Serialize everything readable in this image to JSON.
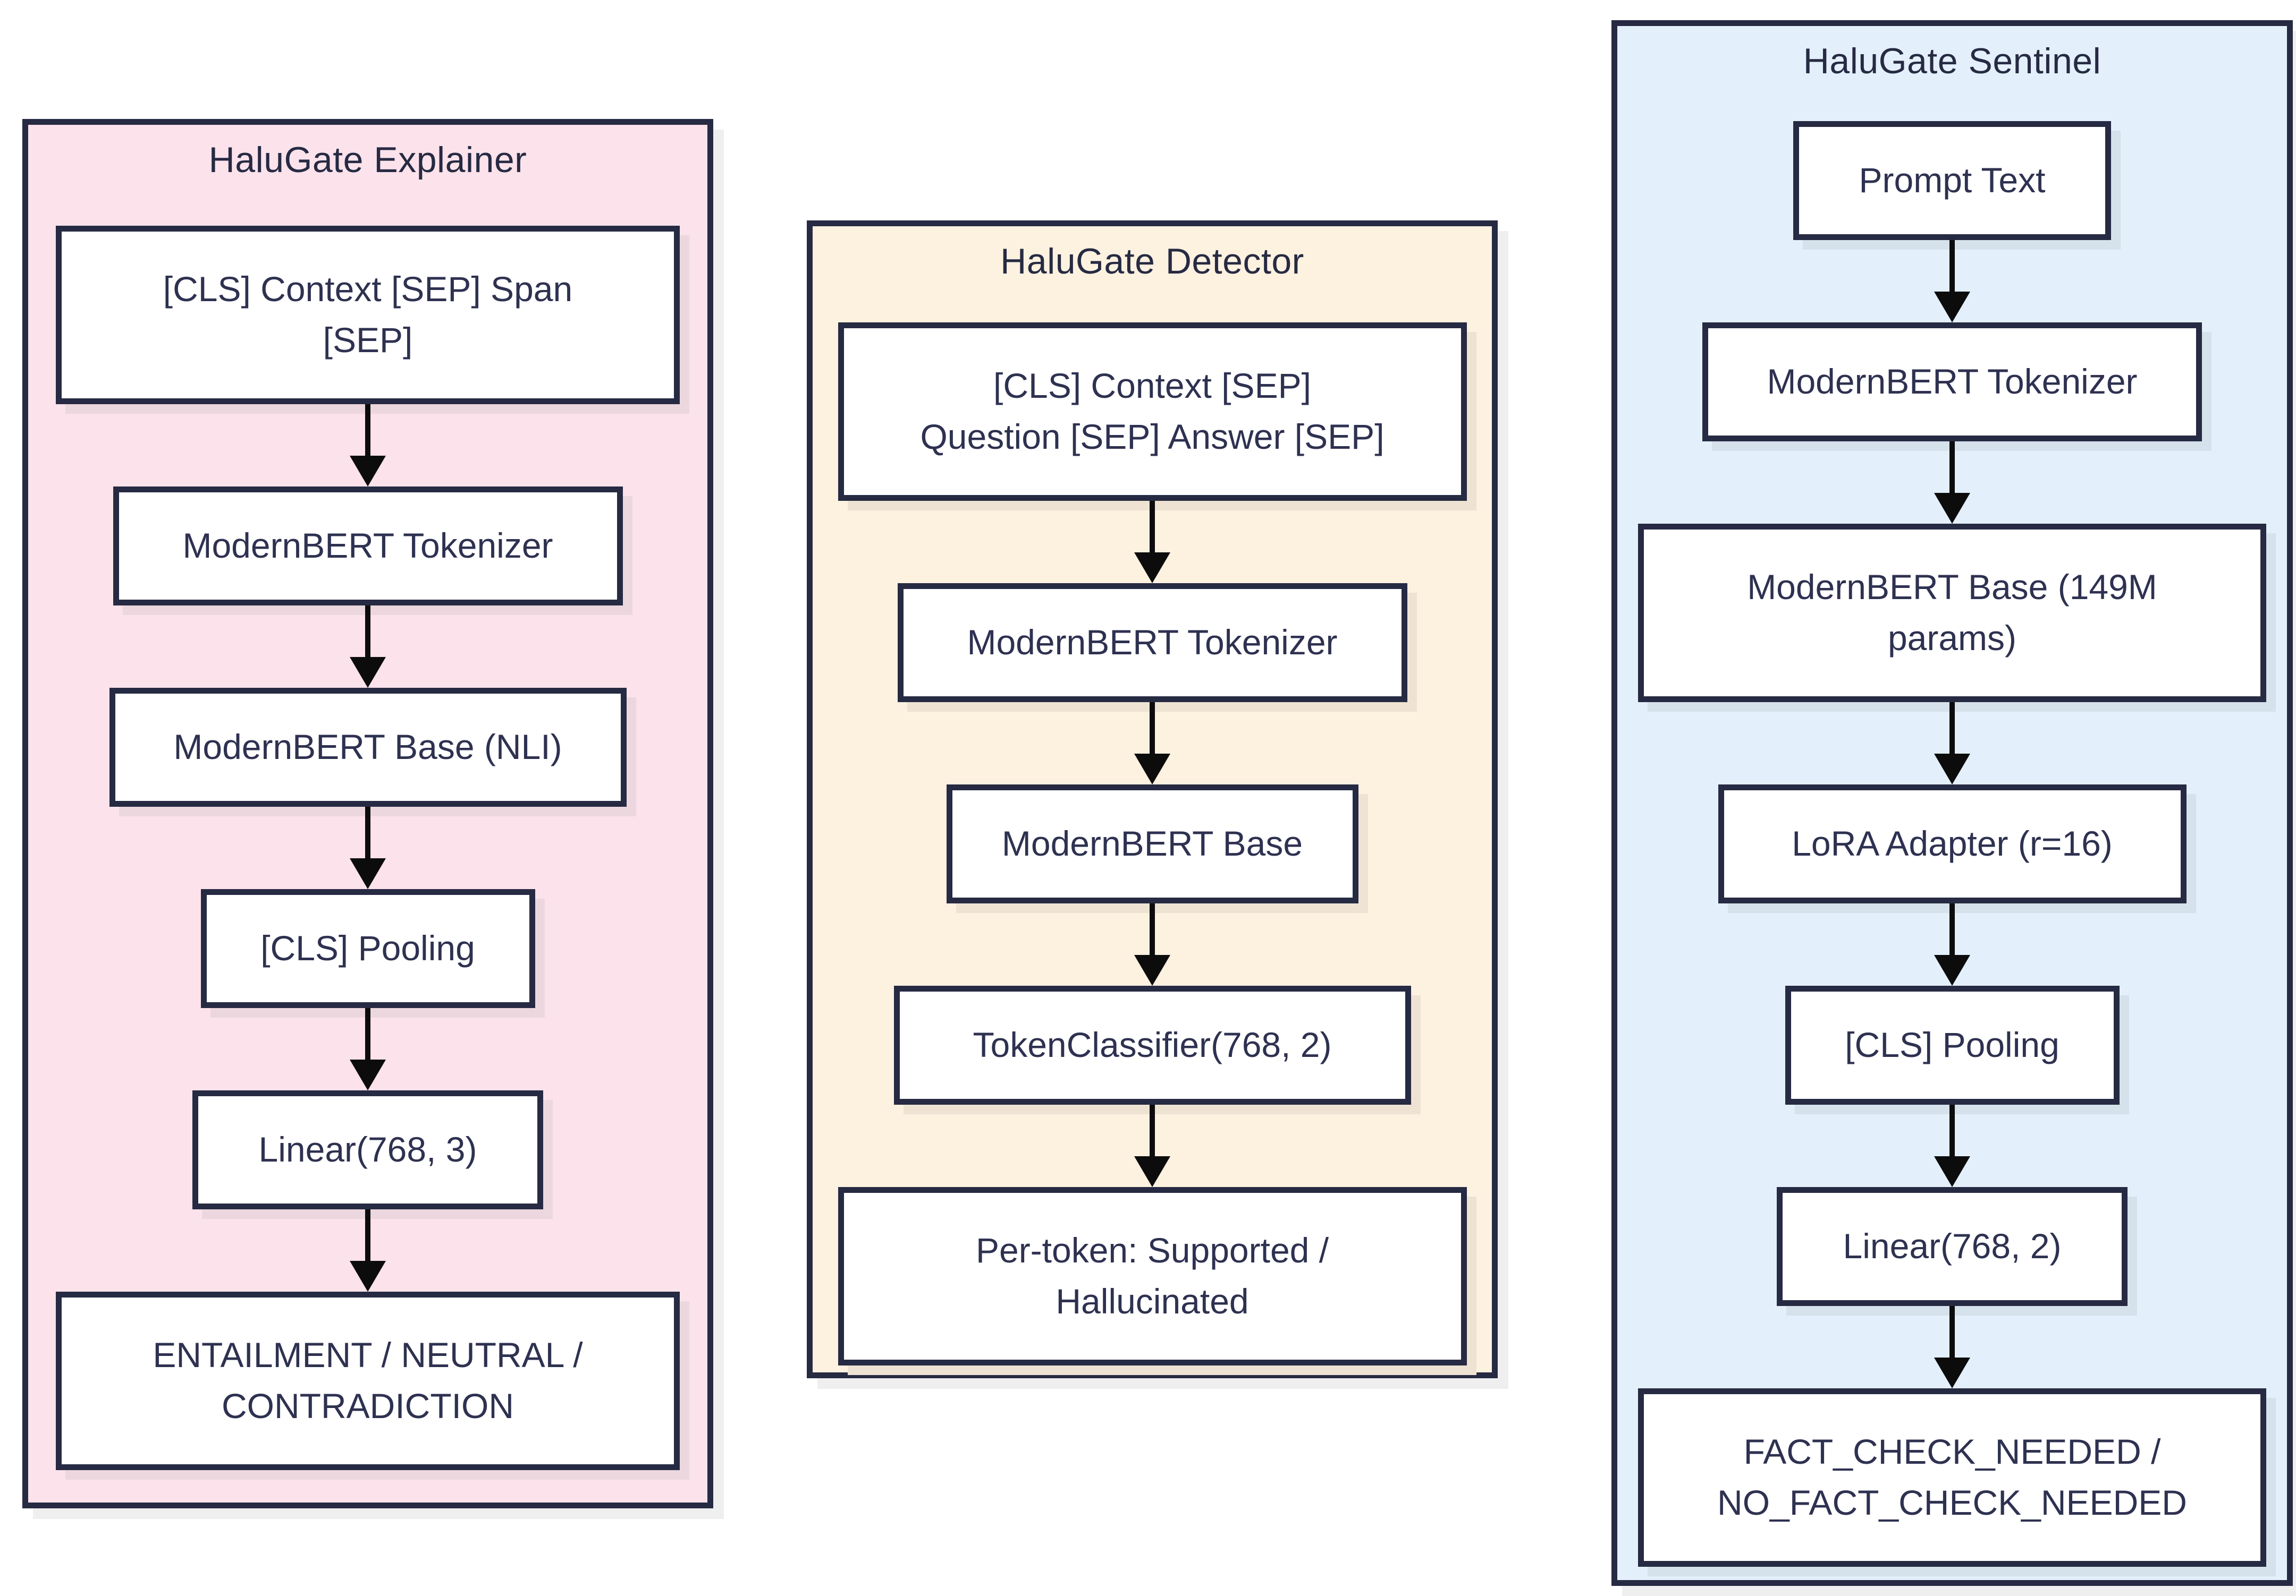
{
  "page": {
    "background": "#ffffff"
  },
  "diagram": {
    "colors": {
      "outline": "#262a42",
      "text": "#2e3150",
      "arrow": "#0c0c0c",
      "panel_shadow": "#efeff0",
      "explainer_bg": "#fbe2eb",
      "explainer_node_shadow": "#ecd7df",
      "detector_bg": "#fdf1e0",
      "detector_node_shadow": "#eee3d3",
      "sentinel_bg": "#e3f0fb",
      "sentinel_node_shadow": "#d5e2eb",
      "node_bg": "#ffffff"
    },
    "panels": [
      {
        "title": "HaluGate Explainer",
        "nodes": [
          [
            "[CLS] Context [SEP] Span",
            "[SEP]"
          ],
          "ModernBERT Tokenizer",
          "ModernBERT Base (NLI)",
          "[CLS] Pooling",
          "Linear(768, 3)",
          [
            "ENTAILMENT / NEUTRAL /",
            "CONTRADICTION"
          ]
        ]
      },
      {
        "title": "HaluGate Detector",
        "nodes": [
          [
            "[CLS] Context [SEP]",
            "Question [SEP] Answer [SEP]"
          ],
          "ModernBERT Tokenizer",
          "ModernBERT Base",
          "TokenClassifier(768, 2)",
          [
            "Per-token: Supported /",
            "Hallucinated"
          ]
        ]
      },
      {
        "title": "HaluGate Sentinel",
        "nodes": [
          "Prompt Text",
          "ModernBERT Tokenizer",
          [
            "ModernBERT Base (149M",
            "params)"
          ],
          "LoRA Adapter (r=16)",
          "[CLS] Pooling",
          "Linear(768, 2)",
          [
            "FACT_CHECK_NEEDED /",
            "NO_FACT_CHECK_NEEDED"
          ]
        ]
      }
    ]
  }
}
